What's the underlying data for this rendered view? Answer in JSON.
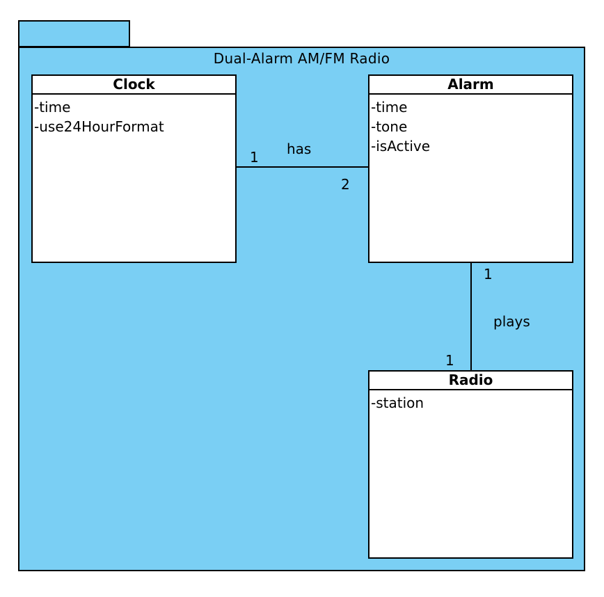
{
  "package": {
    "title": "Dual-Alarm AM/FM Radio"
  },
  "classes": {
    "clock": {
      "name": "Clock",
      "attributes": [
        "-time",
        "-use24HourFormat"
      ]
    },
    "alarm": {
      "name": "Alarm",
      "attributes": [
        "-time",
        "-tone",
        "-isActive"
      ]
    },
    "radio": {
      "name": "Radio",
      "attributes": [
        "-station"
      ]
    }
  },
  "associations": {
    "has": {
      "label": "has",
      "source_multiplicity": "1",
      "target_multiplicity": "2"
    },
    "plays": {
      "label": "plays",
      "source_multiplicity": "1",
      "target_multiplicity": "1"
    }
  },
  "colors": {
    "package_fill": "#7acff4",
    "class_fill": "#ffffff",
    "stroke": "#000000"
  }
}
